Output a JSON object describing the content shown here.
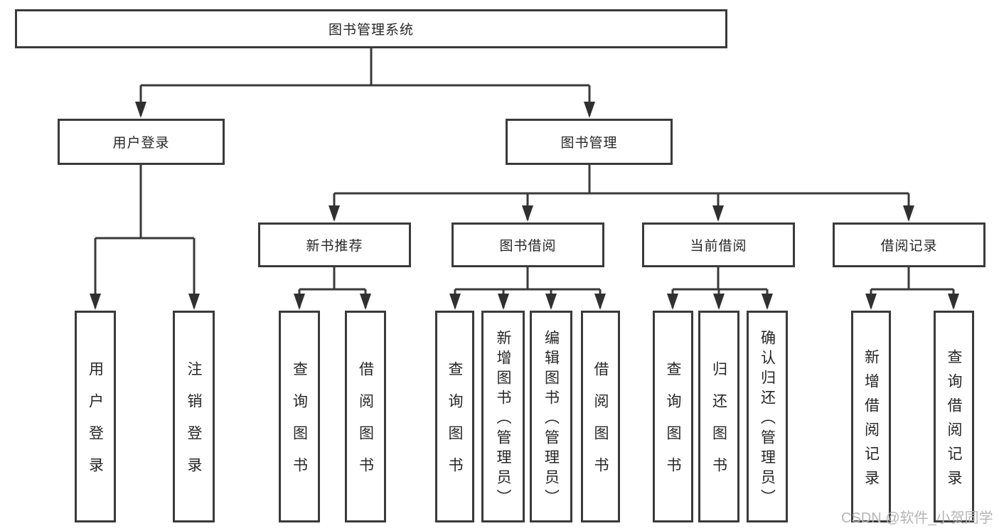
{
  "diagram": {
    "root": {
      "label": "图书管理系统"
    },
    "branches": [
      {
        "label": "用户登录",
        "children": [
          {
            "label": "用户登录"
          },
          {
            "label": "注销登录"
          }
        ]
      },
      {
        "label": "图书管理",
        "groups": [
          {
            "label": "新书推荐",
            "children": [
              {
                "label": "查询图书"
              },
              {
                "label": "借阅图书"
              }
            ]
          },
          {
            "label": "图书借阅",
            "children": [
              {
                "label": "查询图书"
              },
              {
                "label": "新增图书（管理员）"
              },
              {
                "label": "编辑图书（管理员）"
              },
              {
                "label": "借阅图书"
              }
            ]
          },
          {
            "label": "当前借阅",
            "children": [
              {
                "label": "查询图书"
              },
              {
                "label": "归还图书"
              },
              {
                "label": "确认归还（管理员）"
              }
            ]
          },
          {
            "label": "借阅记录",
            "children": [
              {
                "label": "新增借阅记录"
              },
              {
                "label": "查询借阅记录"
              }
            ]
          }
        ]
      }
    ]
  },
  "watermark": {
    "text": "CSDN @软件_小贺同学"
  },
  "colors": {
    "line": "#3a3a3a",
    "arrow": "#303030",
    "text": "#262626",
    "watermark": "#b5b5b5",
    "background": "#ffffff"
  }
}
